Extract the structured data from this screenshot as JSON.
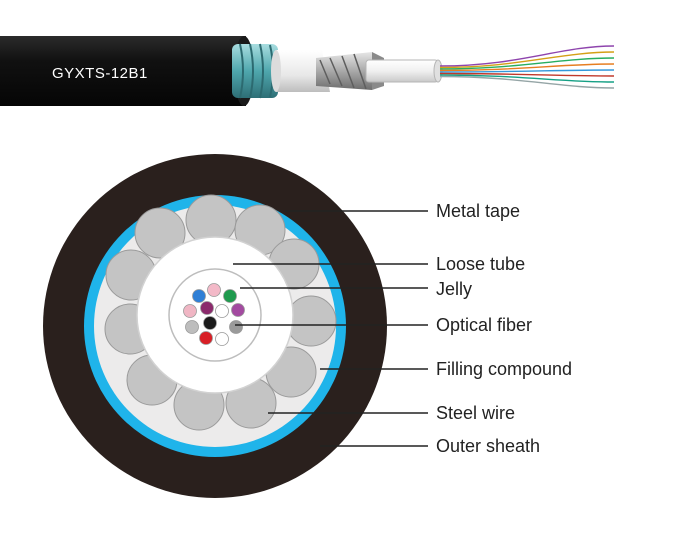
{
  "cable_label": "GYXTS-12B1",
  "callouts": [
    {
      "label": "Metal tape"
    },
    {
      "label": "Loose tube"
    },
    {
      "label": "Jelly"
    },
    {
      "label": "Optical fiber"
    },
    {
      "label": "Filling compound"
    },
    {
      "label": "Steel wire"
    },
    {
      "label": "Outer sheath"
    }
  ],
  "colors": {
    "outer_sheath": "#2a201d",
    "metal_tape": "#1fb4ea",
    "steel_wire": "#c4c4c4",
    "loose_tube": "#ffffff",
    "fibers": [
      "#2f7fd6",
      "#f3b9c8",
      "#1f9b4e",
      "#f0b6c4",
      "#8b2a6c",
      "#ffffff",
      "#a34aa0",
      "#bdbdbd",
      "#1b1b1b",
      "#9a9a9a",
      "#d81f26",
      "#ffffff"
    ],
    "fiber_strands": [
      "#8e44ad",
      "#d4a017",
      "#27ae60",
      "#e67e22",
      "#3498db",
      "#c0392b",
      "#16a085",
      "#95a5a6"
    ]
  }
}
